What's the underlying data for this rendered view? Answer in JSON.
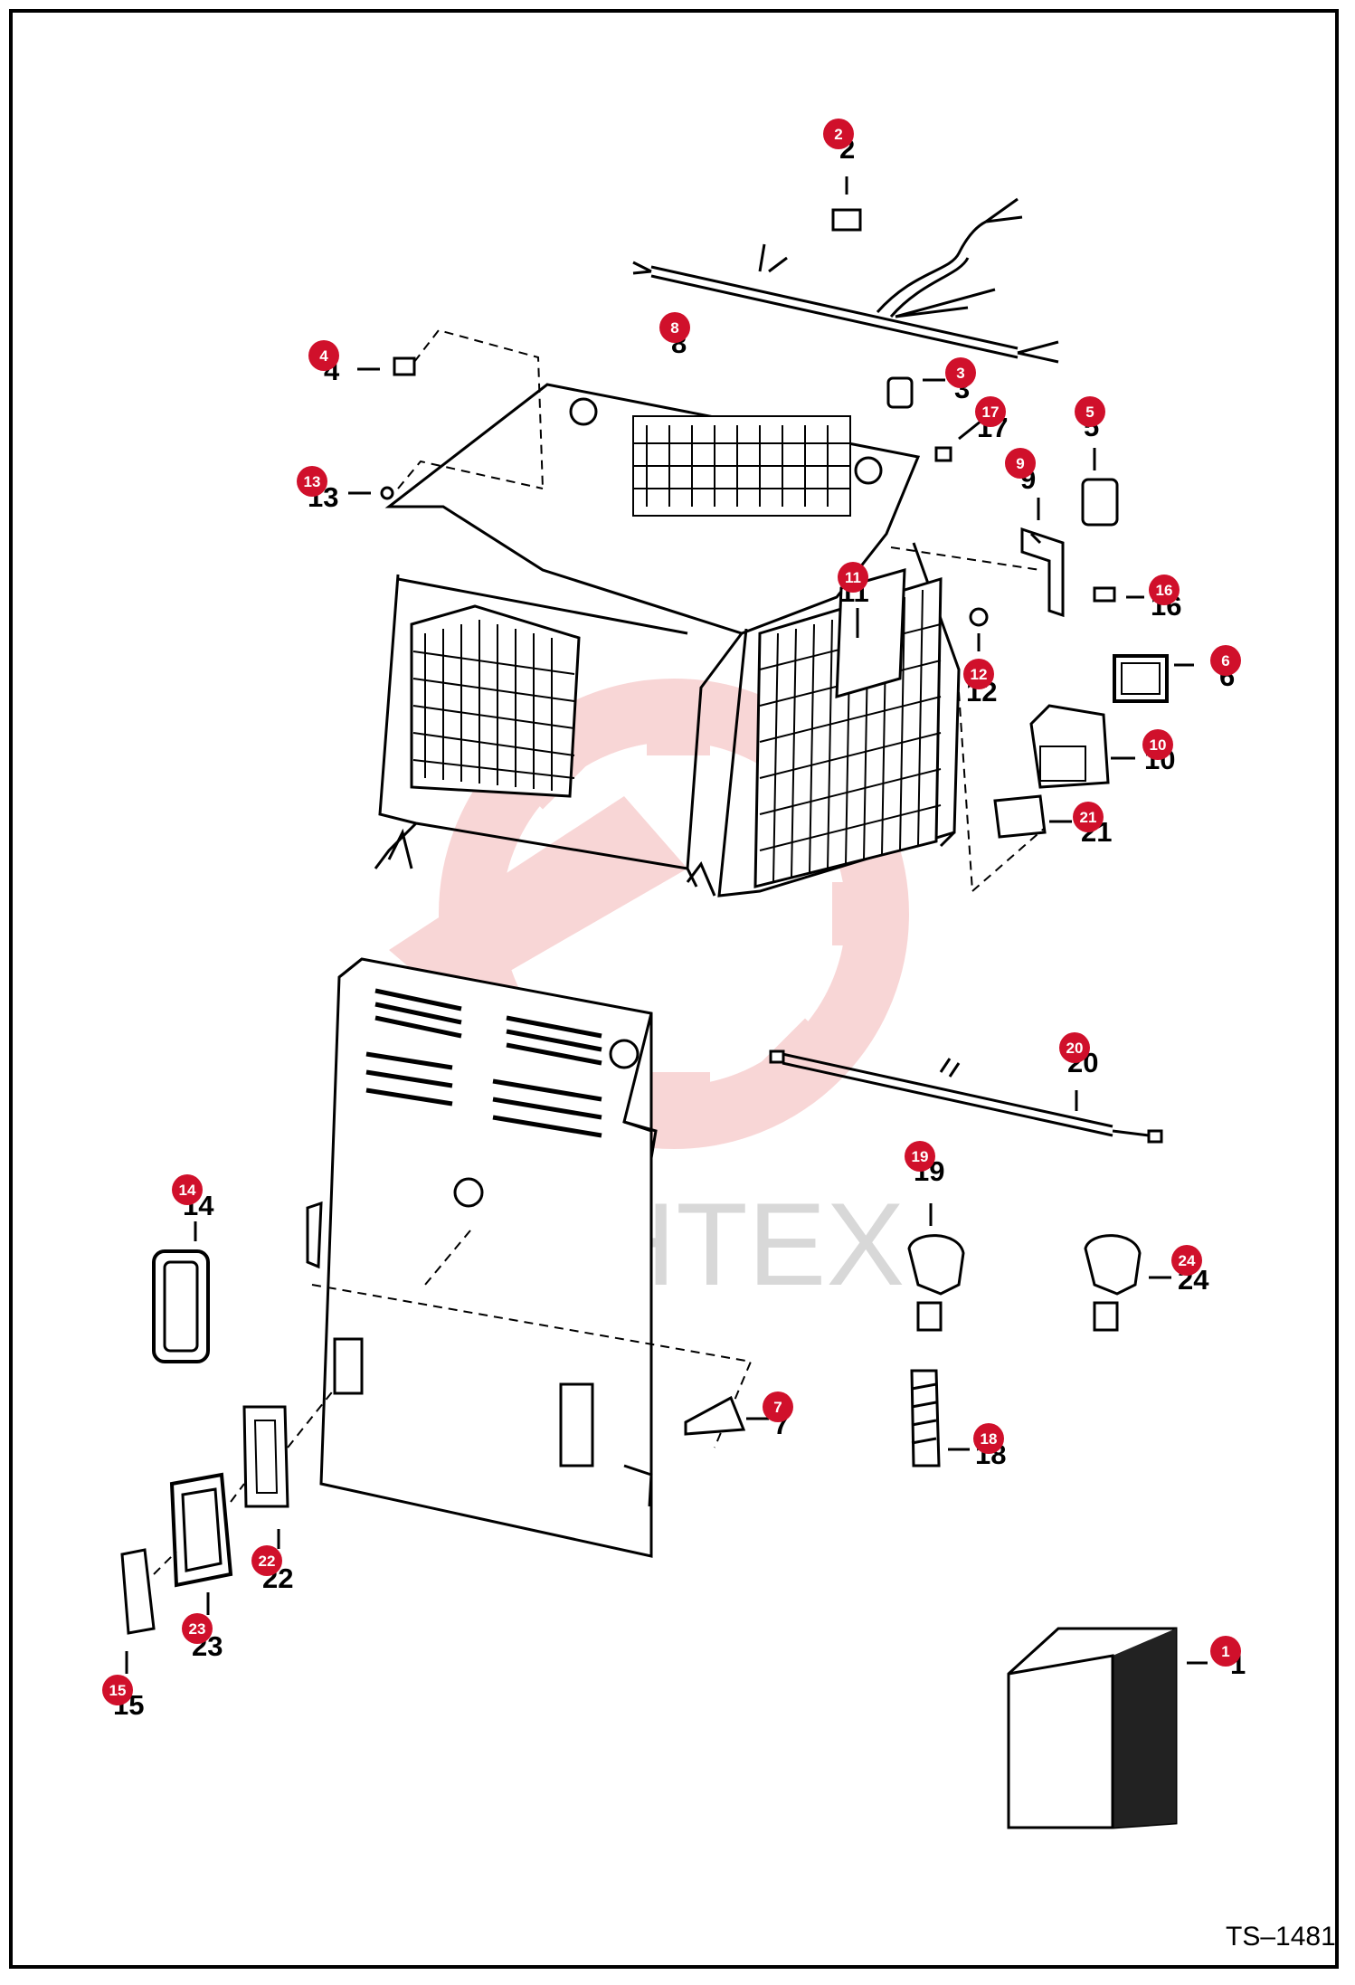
{
  "drawing_number": "TS–1481",
  "watermark": {
    "text": "ИНТЕХ"
  },
  "colors": {
    "badge": "#d0102b",
    "line": "#000000",
    "watermark_gear": "#f4b6b6",
    "watermark_text": "#d8d8d8"
  },
  "callouts": [
    {
      "id": "1",
      "label": "1"
    },
    {
      "id": "2",
      "label": "2"
    },
    {
      "id": "3",
      "label": "3"
    },
    {
      "id": "4",
      "label": "4"
    },
    {
      "id": "5",
      "label": "5"
    },
    {
      "id": "6",
      "label": "6"
    },
    {
      "id": "7",
      "label": "7"
    },
    {
      "id": "8",
      "label": "8"
    },
    {
      "id": "9",
      "label": "9"
    },
    {
      "id": "10",
      "label": "10"
    },
    {
      "id": "11",
      "label": "11"
    },
    {
      "id": "12",
      "label": "12"
    },
    {
      "id": "13",
      "label": "13"
    },
    {
      "id": "14",
      "label": "14"
    },
    {
      "id": "15",
      "label": "15"
    },
    {
      "id": "16",
      "label": "16"
    },
    {
      "id": "17",
      "label": "17"
    },
    {
      "id": "18",
      "label": "18"
    },
    {
      "id": "19",
      "label": "19"
    },
    {
      "id": "20",
      "label": "20"
    },
    {
      "id": "21",
      "label": "21"
    },
    {
      "id": "22",
      "label": "22"
    },
    {
      "id": "23",
      "label": "23"
    },
    {
      "id": "24",
      "label": "24"
    }
  ]
}
